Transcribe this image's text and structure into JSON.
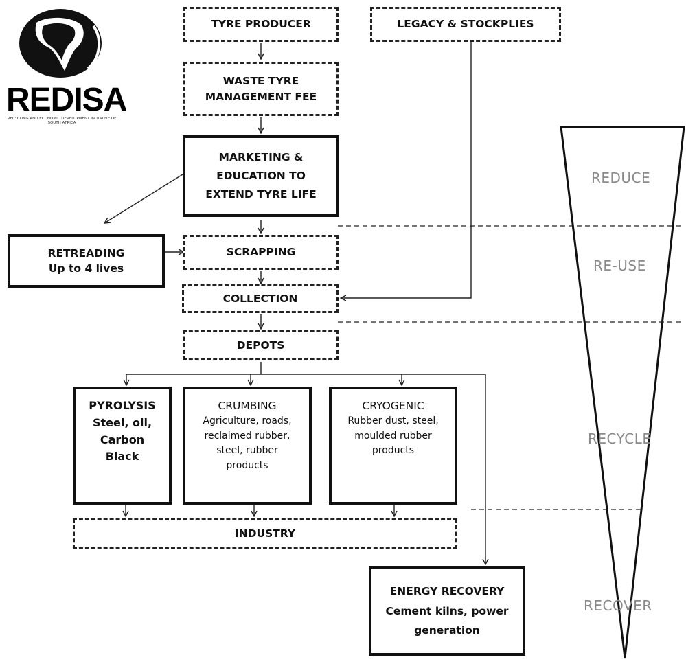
{
  "logo": {
    "wordmark": "REDISA",
    "tagline": "RECYCLING AND ECONOMIC DEVELOPMENT INITIATIVE OF SOUTH AFRICA"
  },
  "boxes": {
    "tyre_producer": "TYRE PRODUCER",
    "legacy": "LEGACY & STOCKPLIES",
    "fee_line1": "WASTE TYRE",
    "fee_line2": "MANAGEMENT FEE",
    "marketing_line1": "MARKETING &",
    "marketing_line2": "EDUCATION TO",
    "marketing_line3": "EXTEND TYRE LIFE",
    "retreading_title": "RETREADING",
    "retreading_sub": "Up to 4 lives",
    "scrapping": "SCRAPPING",
    "collection": "COLLECTION",
    "depots": "DEPOTS",
    "pyrolysis_title": "PYROLYSIS",
    "pyrolysis_l1": "Steel, oil,",
    "pyrolysis_l2": "Carbon",
    "pyrolysis_l3": "Black",
    "crumbing_title": "CRUMBING",
    "crumbing_l1": "Agriculture, roads,",
    "crumbing_l2": "reclaimed rubber,",
    "crumbing_l3": "steel, rubber",
    "crumbing_l4": "products",
    "cryogenic_title": "CRYOGENIC",
    "cryogenic_l1": "Rubber dust, steel,",
    "cryogenic_l2": "moulded rubber",
    "cryogenic_l3": "products",
    "industry": "INDUSTRY",
    "energy_title": "ENERGY RECOVERY",
    "energy_l1": "Cement kilns, power",
    "energy_l2": "generation"
  },
  "funnel": {
    "reduce": "REDUCE",
    "reuse": "RE-USE",
    "recycle": "RECYCLE",
    "recover": "RECOVER"
  }
}
